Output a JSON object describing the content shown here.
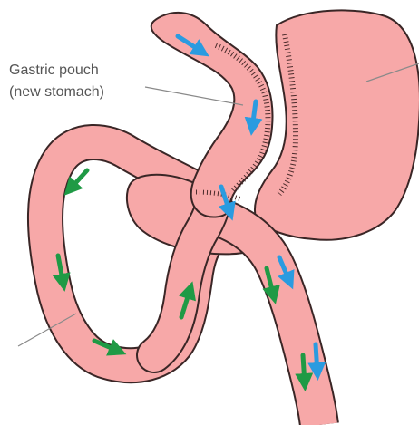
{
  "labels": {
    "gastric_pouch_line1": "Gastric pouch",
    "gastric_pouch_line2": "(new stomach)"
  },
  "colors": {
    "tissue": "#f7a8a8",
    "tissue_light": "#fbc7c4",
    "outline": "#3a2626",
    "staple": "#4a2a2a",
    "food_arrow": "#2a9be0",
    "digestive_arrow": "#1f9a45",
    "callout_line": "#8a8a8a"
  },
  "icons": {
    "food_flow": "arrow-blue",
    "digestive_flow": "arrow-green"
  }
}
